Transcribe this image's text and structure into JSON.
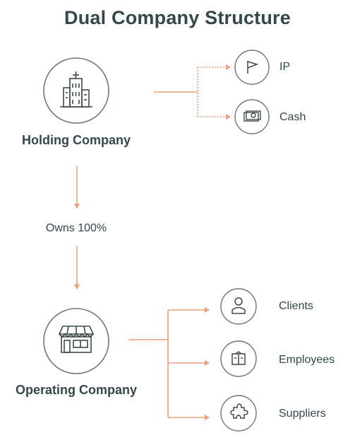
{
  "title": "Dual Company Structure",
  "holding": {
    "label": "Holding Company",
    "icon": "buildings-icon"
  },
  "ownership": {
    "label": "Owns 100%"
  },
  "operating": {
    "label": "Operating Company",
    "icon": "storefront-icon"
  },
  "holding_assets": [
    {
      "label": "IP",
      "icon": "flag-icon"
    },
    {
      "label": "Cash",
      "icon": "cash-icon"
    }
  ],
  "operating_relations": [
    {
      "label": "Clients",
      "icon": "person-icon"
    },
    {
      "label": "Employees",
      "icon": "id-card-icon"
    },
    {
      "label": "Suppliers",
      "icon": "puzzle-icon"
    }
  ],
  "colors": {
    "accent": "#e8a07f",
    "icon": "#3f4b4b",
    "circle": "#6f7777",
    "text": "#34484a"
  }
}
